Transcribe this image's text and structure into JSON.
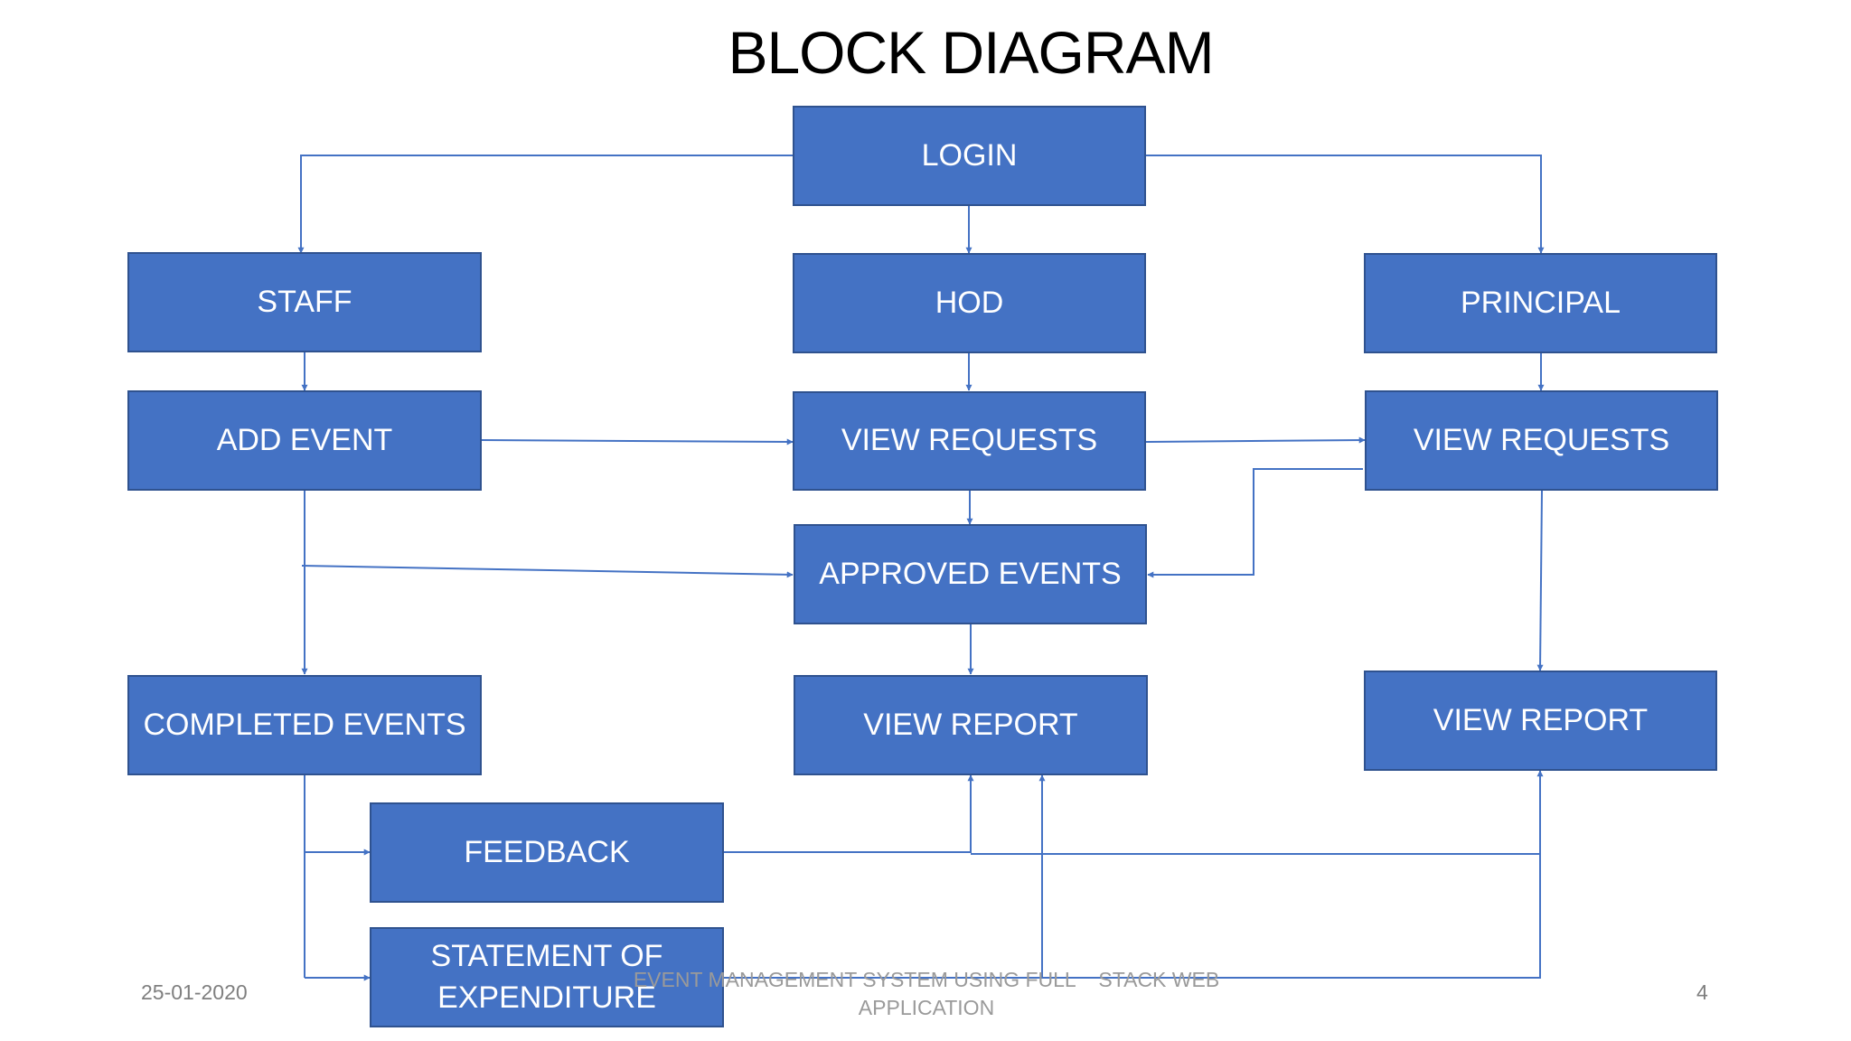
{
  "title": "BLOCK DIAGRAM",
  "nodes": {
    "login": "LOGIN",
    "staff": "STAFF",
    "hod": "HOD",
    "principal": "PRINCIPAL",
    "add_event": "ADD EVENT",
    "hod_view_requests": "VIEW REQUESTS",
    "principal_view_requests": "VIEW REQUESTS",
    "approved_events": "APPROVED EVENTS",
    "completed_events": "COMPLETED EVENTS",
    "hod_view_report": "VIEW REPORT",
    "principal_view_report": "VIEW REPORT",
    "feedback": "FEEDBACK",
    "statement_of_expenditure": "STATEMENT OF EXPENDITURE"
  },
  "edges": [
    {
      "from": "login",
      "to": "staff"
    },
    {
      "from": "login",
      "to": "hod"
    },
    {
      "from": "login",
      "to": "principal"
    },
    {
      "from": "staff",
      "to": "add_event"
    },
    {
      "from": "hod",
      "to": "hod_view_requests"
    },
    {
      "from": "principal",
      "to": "principal_view_requests"
    },
    {
      "from": "add_event",
      "to": "hod_view_requests"
    },
    {
      "from": "hod_view_requests",
      "to": "principal_view_requests"
    },
    {
      "from": "hod_view_requests",
      "to": "approved_events"
    },
    {
      "from": "principal_view_requests",
      "to": "approved_events"
    },
    {
      "from": "add_event",
      "to": "approved_events"
    },
    {
      "from": "add_event",
      "to": "completed_events"
    },
    {
      "from": "approved_events",
      "to": "hod_view_report"
    },
    {
      "from": "principal_view_requests",
      "to": "principal_view_report"
    },
    {
      "from": "completed_events",
      "to": "feedback"
    },
    {
      "from": "completed_events",
      "to": "statement_of_expenditure"
    },
    {
      "from": "feedback",
      "to": "hod_view_report"
    },
    {
      "from": "feedback",
      "to": "principal_view_report"
    },
    {
      "from": "statement_of_expenditure",
      "to": "hod_view_report"
    },
    {
      "from": "statement_of_expenditure",
      "to": "principal_view_report"
    }
  ],
  "footer": {
    "date": "25-01-2020",
    "center_line1": "EVENT MANAGEMENT SYSTEM USING FULL    STACK WEB",
    "center_line2": "APPLICATION",
    "page_number": "4"
  },
  "colors": {
    "box_fill": "#4472c4",
    "box_border": "#2f528f",
    "connector": "#4472c4"
  }
}
